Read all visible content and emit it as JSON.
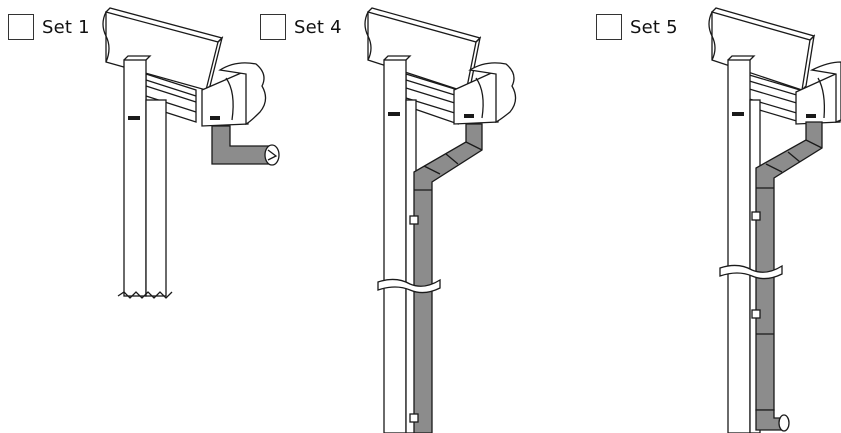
{
  "options": [
    {
      "label": "Set 1",
      "checked": false
    },
    {
      "label": "Set 4",
      "checked": false
    },
    {
      "label": "Set 5",
      "checked": false
    }
  ],
  "colors": {
    "pipe": "#8c8c8c",
    "line": "#1a1a1a",
    "background": "#ffffff"
  }
}
